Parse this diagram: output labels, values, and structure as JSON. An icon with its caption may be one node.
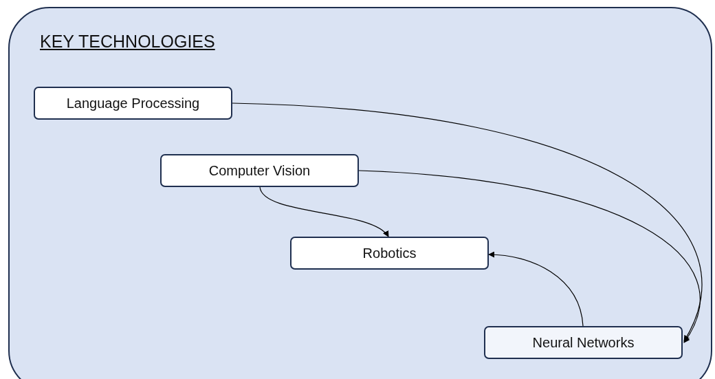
{
  "diagram": {
    "nodes": [
      {
        "text": [
          "KEY TECHNOLOGIES"
        ]
      },
      {
        "text": [
          "Language Processing"
        ],
        "in": 0
      },
      {
        "text": [
          "Computer Vision"
        ],
        "in": 0
      },
      {
        "text": [
          "Robotics"
        ],
        "in": 0
      },
      {
        "text": [
          "Neural Networks"
        ],
        "in": 0
      }
    ],
    "edges": [
      {
        "from": 1,
        "to": 4,
        "arrow": "to"
      },
      {
        "from": 2,
        "to": 4,
        "arrow": "to"
      },
      {
        "from": 2,
        "to": 3,
        "arrow": "to"
      },
      {
        "from": 4,
        "to": 3,
        "arrow": "to"
      }
    ]
  }
}
